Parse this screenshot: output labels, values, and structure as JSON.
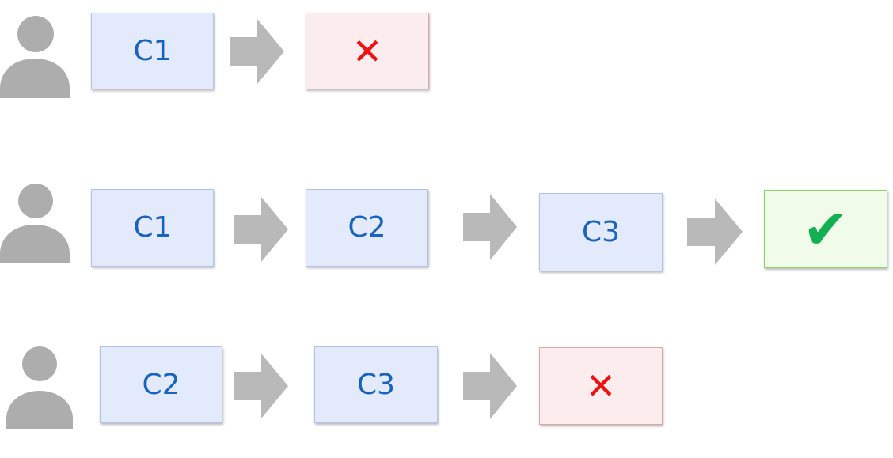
{
  "colors": {
    "person": "#adadad",
    "arrow": "#b9b9b9",
    "step_fill": "#e3eafb",
    "step_border": "#aec2ec",
    "label_text": "#1763bd",
    "fail_fill": "#fbeded",
    "fail_border": "#e0a5a7",
    "fail_mark": "#ee1111",
    "success_fill": "#f0fce9",
    "success_border": "#8fd36a",
    "success_mark": "#12b050"
  },
  "rows": [
    {
      "icon": "person-icon",
      "steps": [
        "C1"
      ],
      "outcome": {
        "status": "failure",
        "icon": "cross-icon",
        "symbol": "✕"
      }
    },
    {
      "icon": "person-icon",
      "steps": [
        "C1",
        "C2",
        "C3"
      ],
      "outcome": {
        "status": "success",
        "icon": "checkmark-icon",
        "symbol": "✔"
      }
    },
    {
      "icon": "person-icon",
      "steps": [
        "C2",
        "C3"
      ],
      "outcome": {
        "status": "failure",
        "icon": "cross-icon",
        "symbol": "✕"
      }
    }
  ]
}
